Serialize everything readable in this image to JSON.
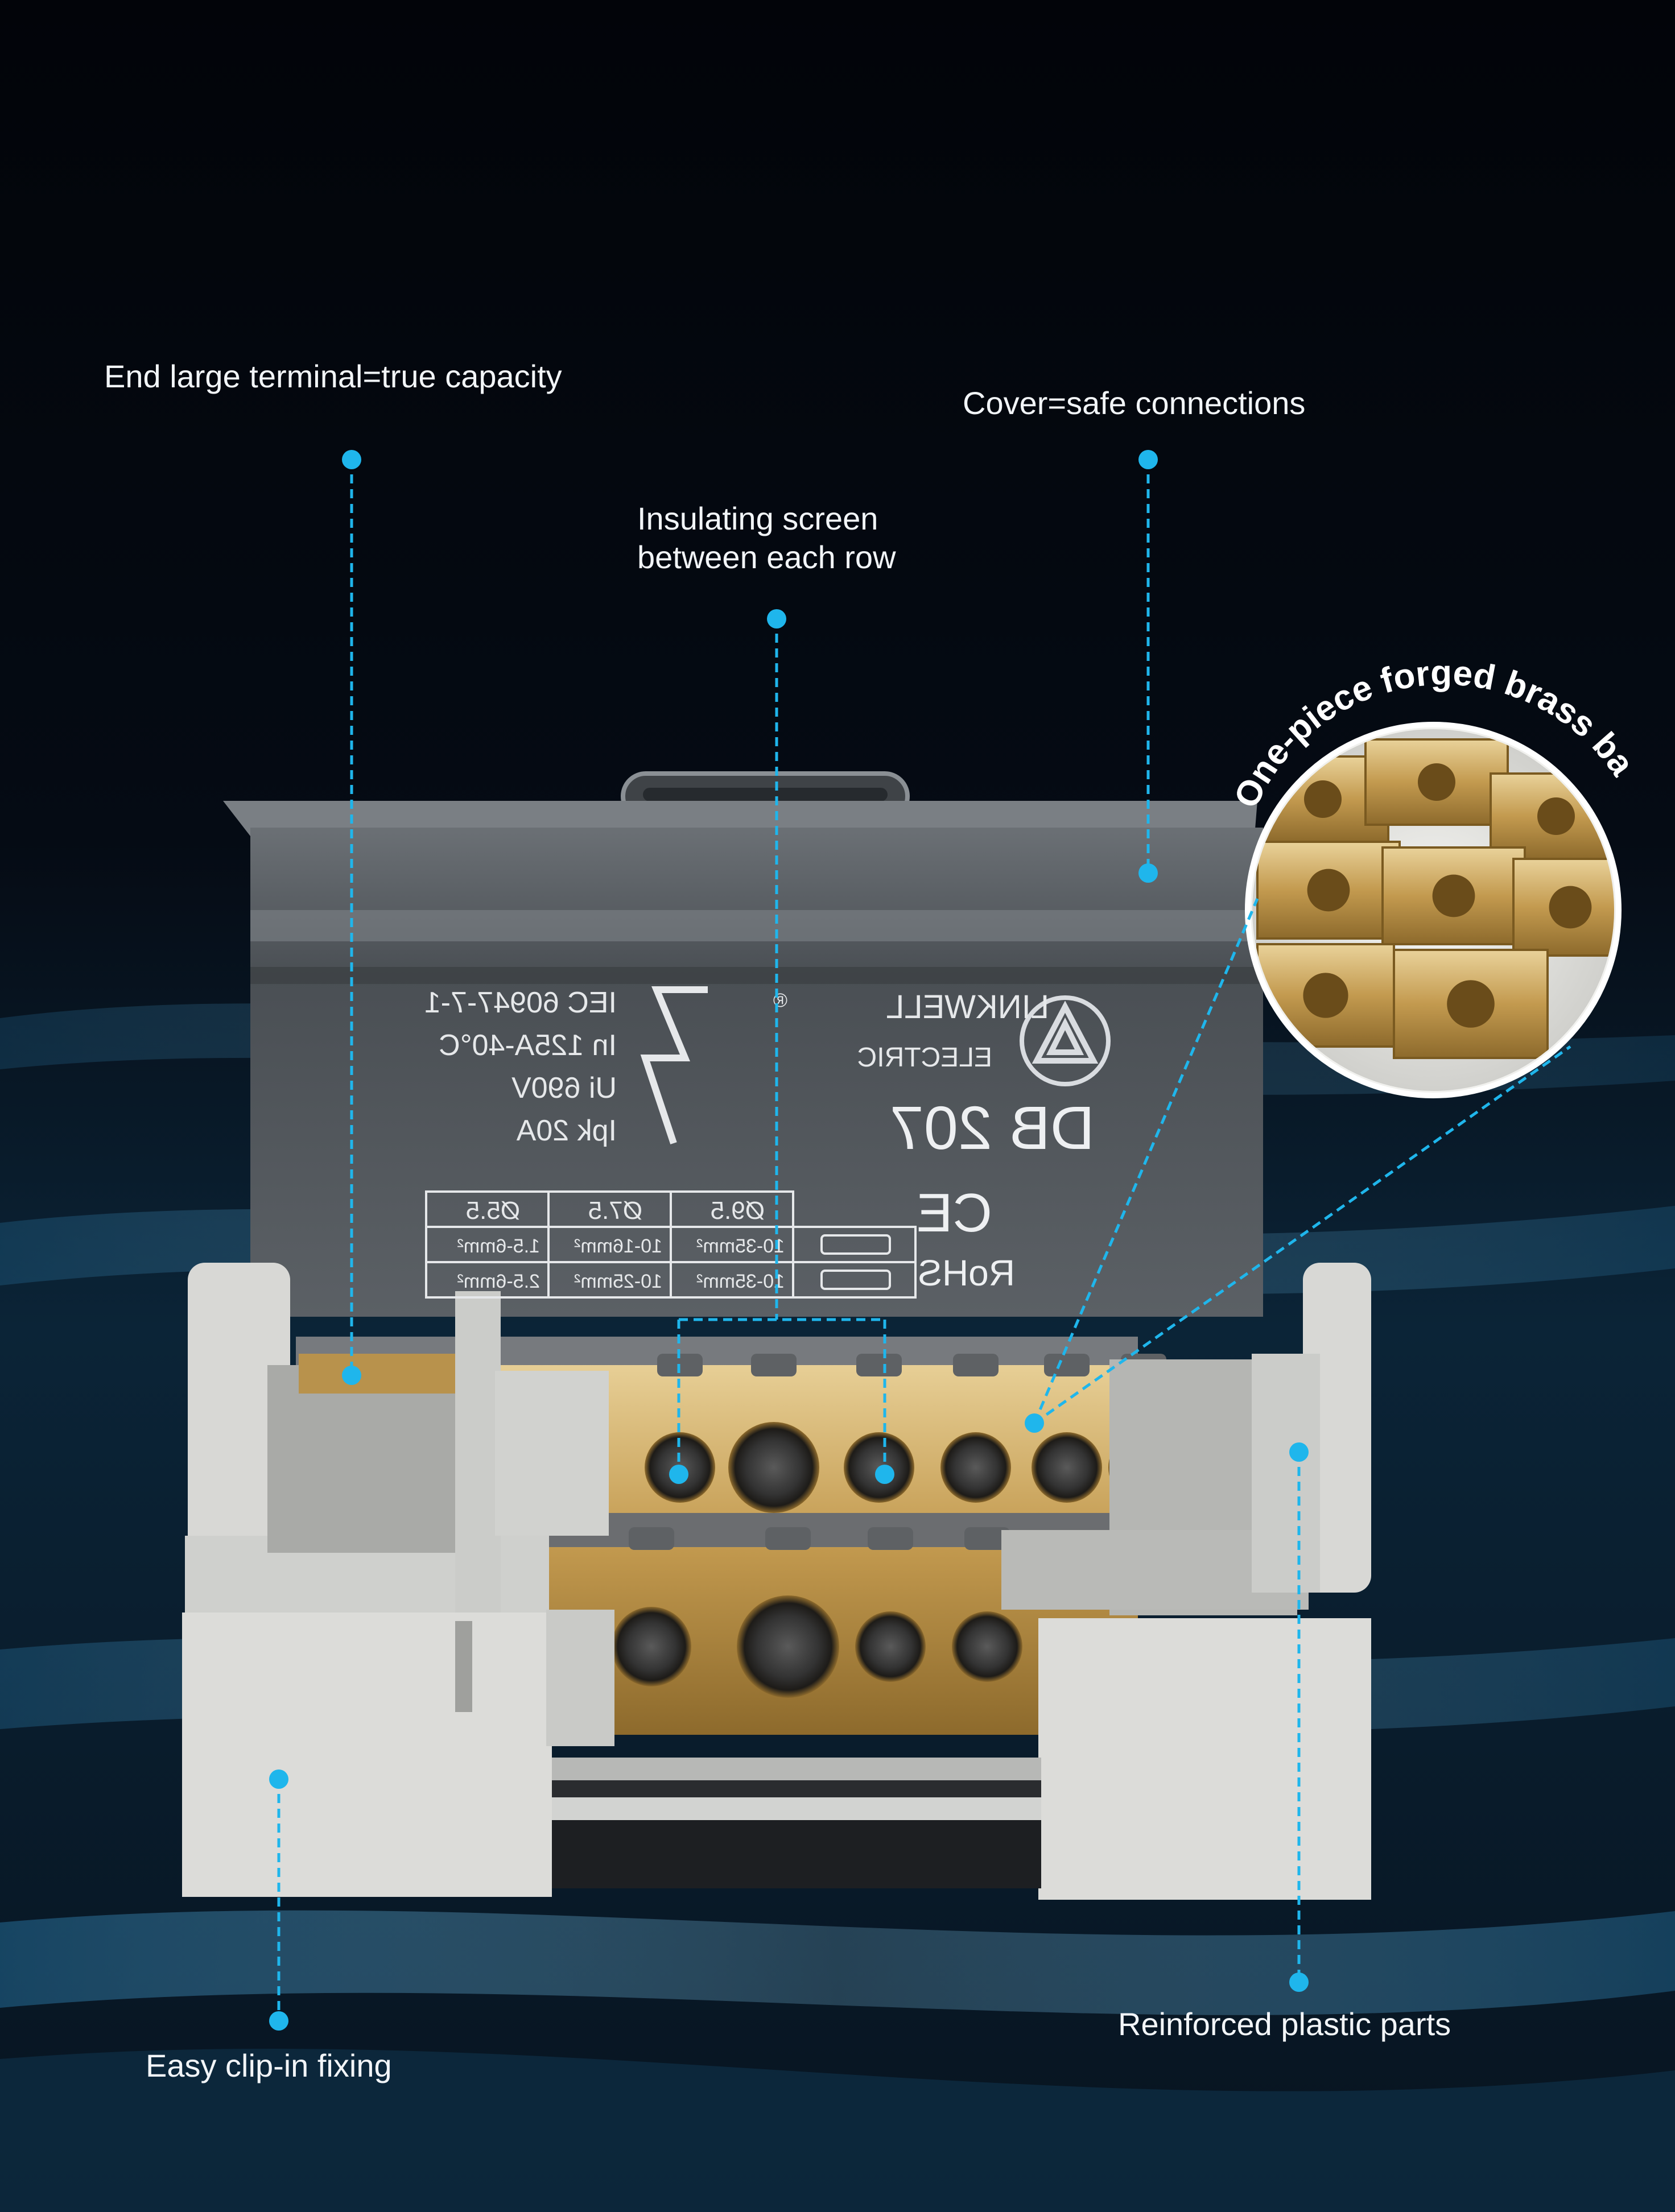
{
  "callouts": {
    "end_terminal": "End large terminal=true capacity",
    "cover": "Cover=safe connections",
    "insulating_line1": "Insulating screen",
    "insulating_line2": "between each row",
    "brass_bar": "One-piece forged brass bar",
    "clip_in": "Easy clip-in fixing",
    "reinforced": "Reinforced plastic parts"
  },
  "product": {
    "brand": "LINKWELL",
    "registered_mark": "®",
    "sub_brand": "ELECTRIC",
    "model": "DB 207",
    "specs": [
      "IEC 60947-7-1",
      "In 125A-40°C",
      "Ui 690V",
      "Ipk 20A"
    ],
    "ce_mark": "CE",
    "rohs": "RoHS",
    "spec_table": {
      "headers": [
        "Ø9.5",
        "Ø7.5",
        "Ø5.5"
      ],
      "rows": [
        [
          "10-35mm²",
          "10-16mm²",
          "1.5-6mm²"
        ],
        [
          "10-35mm²",
          "10-25mm²",
          "2.5-6mm²"
        ]
      ]
    }
  },
  "colors": {
    "accent": "#1fb6ec",
    "background": "#03060b",
    "brass": "#c8a35a",
    "plastic": "#d9d9d7",
    "cover": "#55595e"
  }
}
